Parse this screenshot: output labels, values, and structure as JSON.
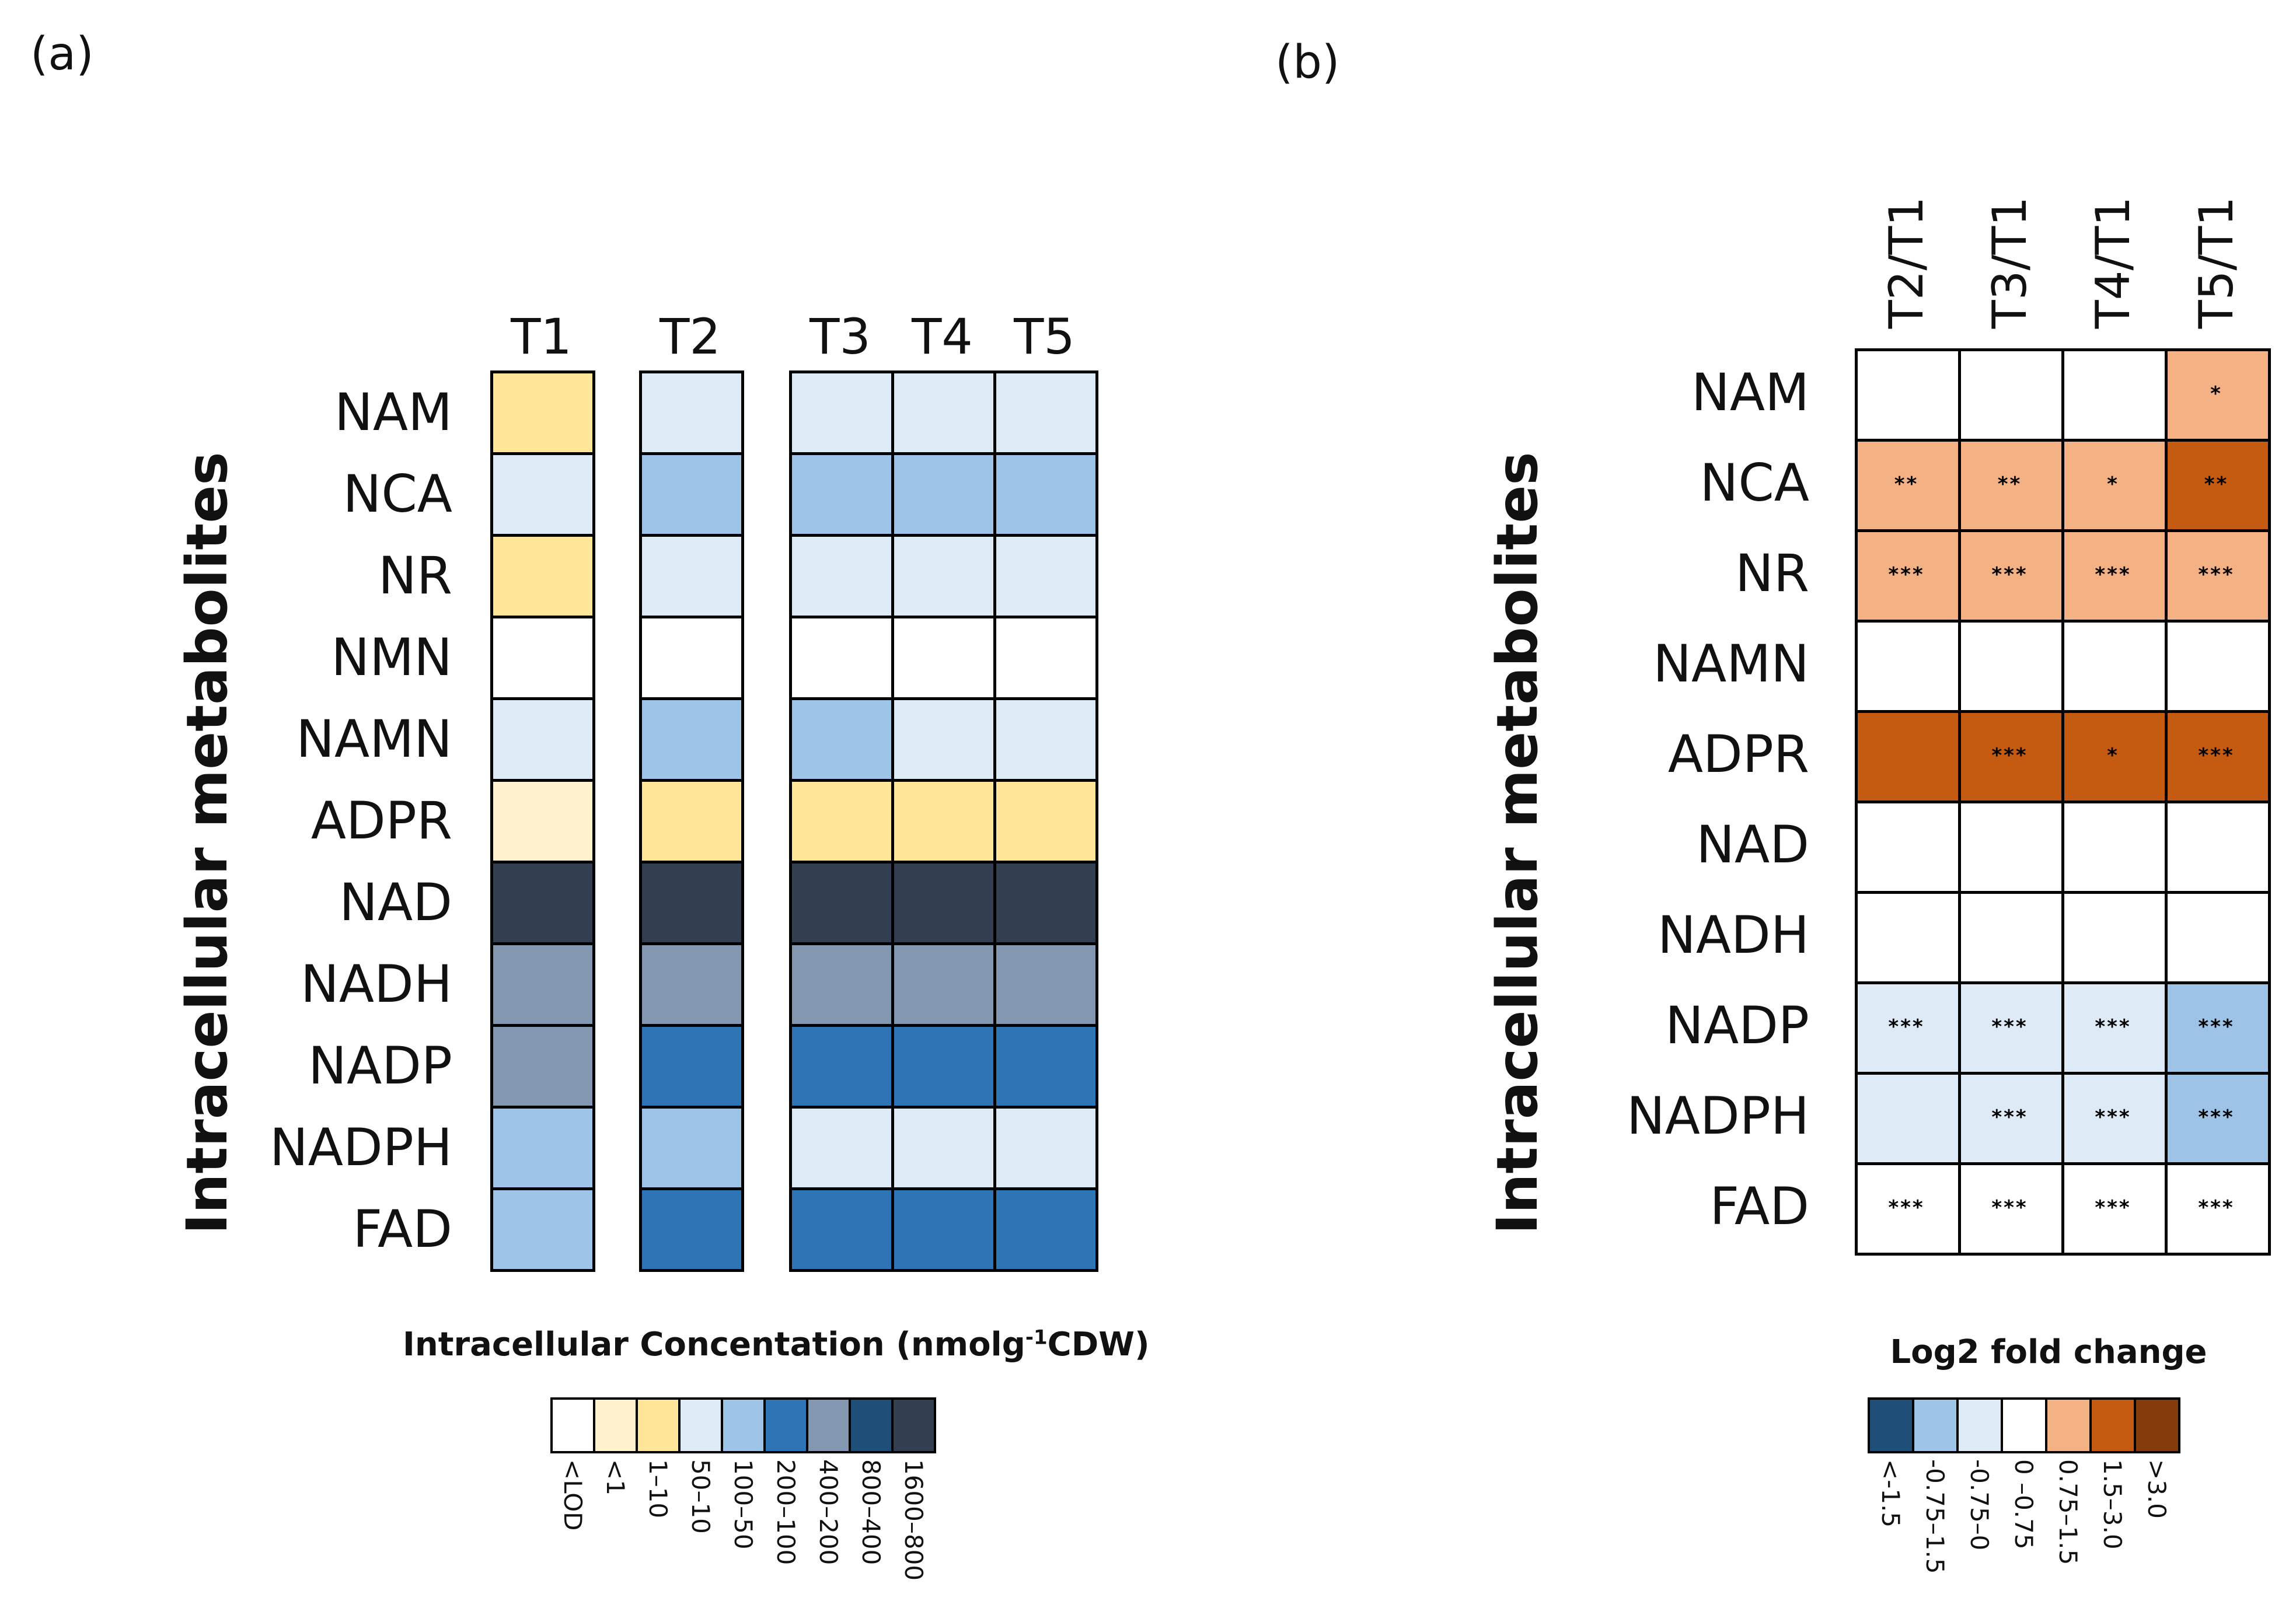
{
  "panel_a": {
    "label": "(a)",
    "ylabel": "Intracellular metabolites",
    "legend_title": "Intracellular Concentation (nmolg",
    "legend_title_sup": "-1",
    "legend_title_end": "CDW)",
    "legend": [
      {
        "label": "<LOD",
        "color": "#ffffff"
      },
      {
        "label": "<1",
        "color": "#fff2cc"
      },
      {
        "label": "1–10",
        "color": "#ffe699"
      },
      {
        "label": "50–10",
        "color": "#deebf7"
      },
      {
        "label": "100–50",
        "color": "#9dc3e6"
      },
      {
        "label": "200–100",
        "color": "#2e75b6"
      },
      {
        "label": "400–200",
        "color": "#8497b0"
      },
      {
        "label": "800–400",
        "color": "#1f4e79"
      },
      {
        "label": "1600–800",
        "color": "#333f50"
      }
    ]
  },
  "panel_b": {
    "label": "(b)",
    "ylabel": "Intracellular metabolites",
    "legend_title": "Log2 fold change",
    "legend": [
      {
        "label": "<-1.5",
        "color": "#1f4e79"
      },
      {
        "label": "-0.75–1.5",
        "color": "#9dc3e6"
      },
      {
        "label": "-0.75–0",
        "color": "#deebf7"
      },
      {
        "label": "0 –0.75",
        "color": "#ffffff"
      },
      {
        "label": "0.75–1.5",
        "color": "#f4b183"
      },
      {
        "label": "1.5–3.0",
        "color": "#c55a11"
      },
      {
        "label": ">3.0",
        "color": "#843c0c"
      }
    ]
  },
  "chart_data": [
    {
      "type": "heatmap",
      "panel": "(a)",
      "ylabel": "Intracellular metabolites",
      "columns": [
        "T1",
        "T2",
        "T3",
        "T4",
        "T5"
      ],
      "rows": [
        "NAM",
        "NCA",
        "NR",
        "NMN",
        "NAMN",
        "ADPR",
        "NAD",
        "NADH",
        "NADP",
        "NADPH",
        "FAD"
      ],
      "values": [
        [
          "1–10",
          "50–10",
          "50–10",
          "50–10",
          "50–10"
        ],
        [
          "50–10",
          "100–50",
          "100–50",
          "100–50",
          "100–50"
        ],
        [
          "1–10",
          "50–10",
          "50–10",
          "50–10",
          "50–10"
        ],
        [
          "<LOD",
          "<LOD",
          "<LOD",
          "<LOD",
          "<LOD"
        ],
        [
          "50–10",
          "100–50",
          "100–50",
          "50–10",
          "50–10"
        ],
        [
          "<1",
          "1–10",
          "1–10",
          "1–10",
          "1–10"
        ],
        [
          "1600–800",
          "1600–800",
          "1600–800",
          "1600–800",
          "1600–800"
        ],
        [
          "400–200",
          "400–200",
          "400–200",
          "400–200",
          "400–200"
        ],
        [
          "400–200",
          "200–100",
          "200–100",
          "200–100",
          "200–100"
        ],
        [
          "100–50",
          "100–50",
          "50–10",
          "50–10",
          "50–10"
        ],
        [
          "100–50",
          "200–100",
          "200–100",
          "200–100",
          "200–100"
        ]
      ],
      "legend_title": "Intracellular Concentation (nmolg-1CDW)"
    },
    {
      "type": "heatmap",
      "panel": "(b)",
      "ylabel": "Intracellular metabolites",
      "columns": [
        "T2/T1",
        "T3/T1",
        "T4/T1",
        "T5/T1"
      ],
      "rows": [
        "NAM",
        "NCA",
        "NR",
        "NAMN",
        "ADPR",
        "NAD",
        "NADH",
        "NADP",
        "NADPH",
        "FAD"
      ],
      "values": [
        [
          "0 –0.75",
          "0 –0.75",
          "0 –0.75",
          "0.75–1.5"
        ],
        [
          "0.75–1.5",
          "0.75–1.5",
          "0.75–1.5",
          "1.5–3.0"
        ],
        [
          "0.75–1.5",
          "0.75–1.5",
          "0.75–1.5",
          "0.75–1.5"
        ],
        [
          "0 –0.75",
          "0 –0.75",
          "0 –0.75",
          "0 –0.75"
        ],
        [
          "1.5–3.0",
          "1.5–3.0",
          "1.5–3.0",
          "1.5–3.0"
        ],
        [
          "0 –0.75",
          "0 –0.75",
          "0 –0.75",
          "0 –0.75"
        ],
        [
          "0 –0.75",
          "0 –0.75",
          "0 –0.75",
          "0 –0.75"
        ],
        [
          "-0.75–0",
          "-0.75–0",
          "-0.75–0",
          "-0.75–1.5"
        ],
        [
          "-0.75–0",
          "-0.75–0",
          "-0.75–0",
          "-0.75–1.5"
        ],
        [
          "0 –0.75",
          "0 –0.75",
          "0 –0.75",
          "0 –0.75"
        ]
      ],
      "significance": [
        [
          "",
          "",
          "",
          "*"
        ],
        [
          "**",
          "**",
          "*",
          "**"
        ],
        [
          "***",
          "***",
          "***",
          "***"
        ],
        [
          "",
          "",
          "",
          ""
        ],
        [
          "",
          "***",
          "*",
          "***"
        ],
        [
          "",
          "",
          "",
          ""
        ],
        [
          "",
          "",
          "",
          ""
        ],
        [
          "***",
          "***",
          "***",
          "***"
        ],
        [
          "",
          "***",
          "***",
          "***"
        ],
        [
          "***",
          "***",
          "***",
          "***"
        ]
      ],
      "legend_title": "Log2 fold change"
    }
  ]
}
